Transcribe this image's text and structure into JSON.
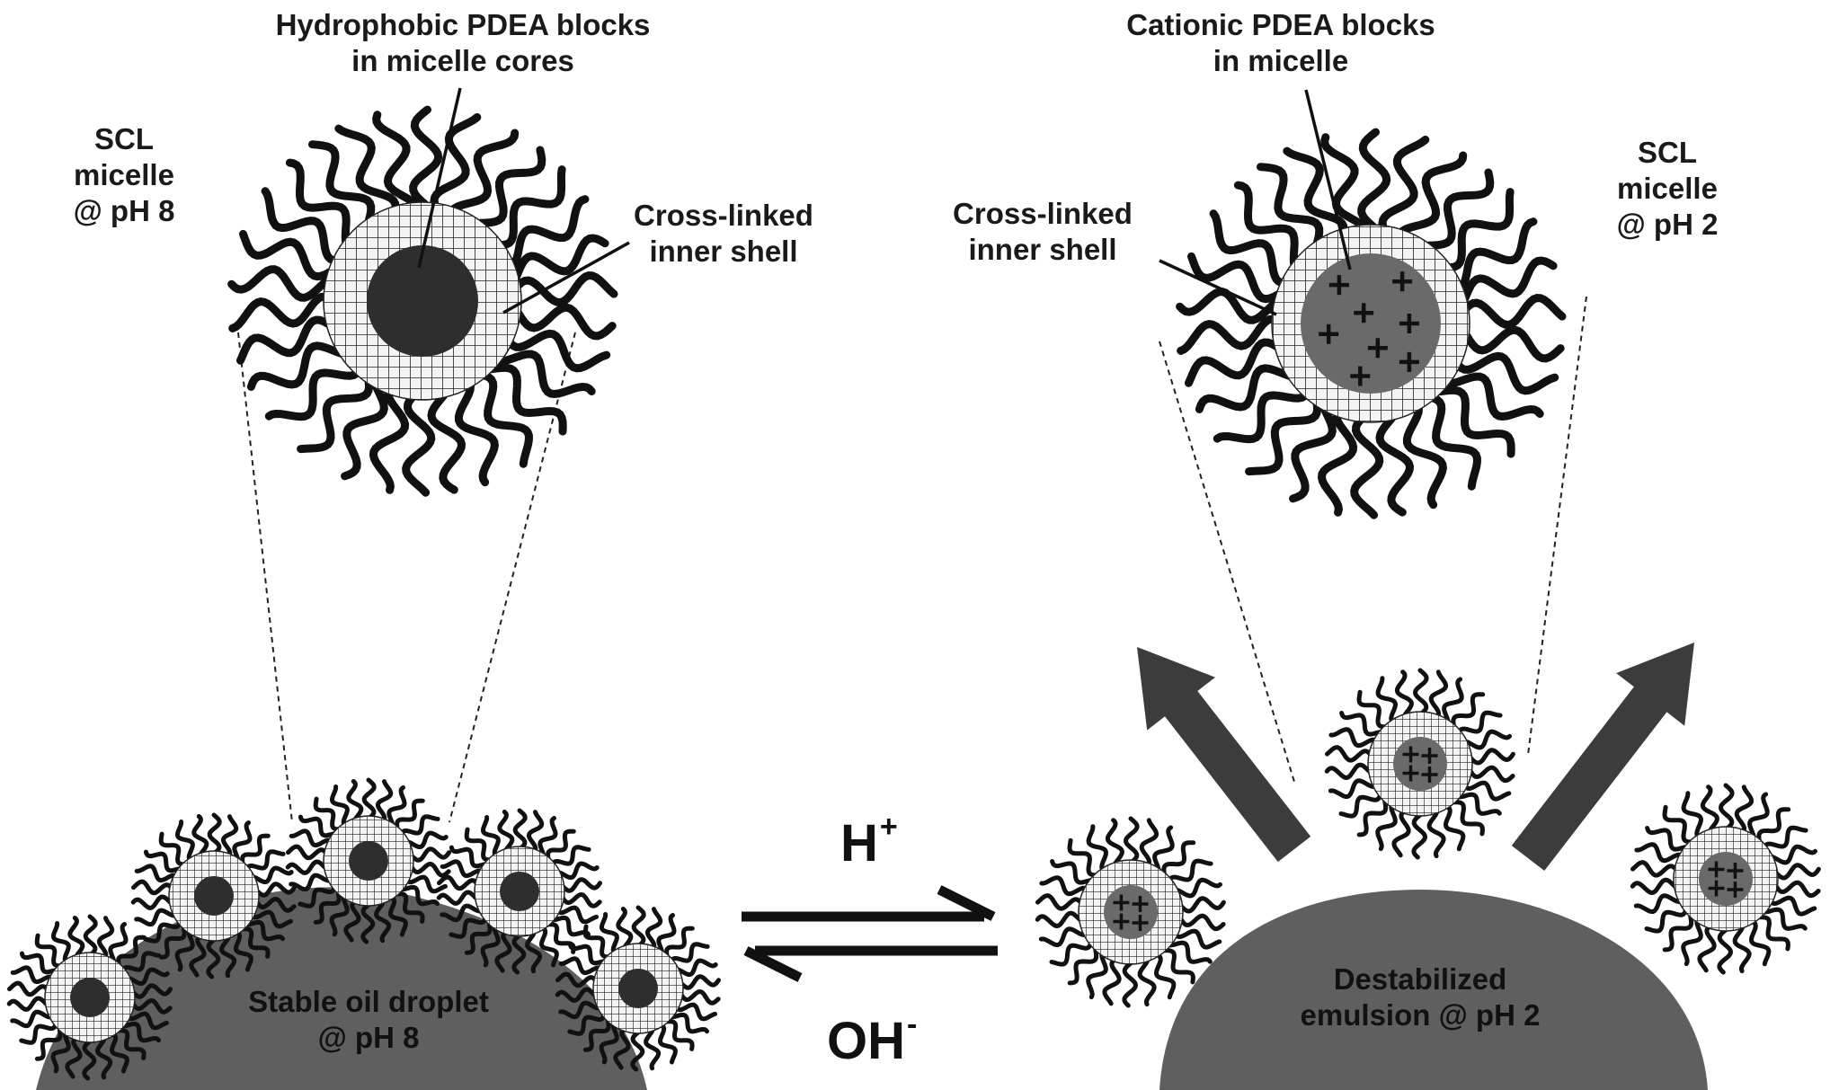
{
  "left_panel": {
    "top_label": [
      "Hydrophobic PDEA blocks",
      "in micelle cores"
    ],
    "side_label": [
      "SCL",
      "micelle",
      "@ pH 8"
    ],
    "shell_label": [
      "Cross-linked",
      "inner shell"
    ],
    "droplet_label": [
      "Stable oil droplet",
      "@ pH 8"
    ]
  },
  "right_panel": {
    "top_label": [
      "Cationic PDEA blocks",
      "in micelle"
    ],
    "side_label": [
      "SCL",
      "micelle",
      "@ pH 2"
    ],
    "shell_label": [
      "Cross-linked",
      "inner shell"
    ],
    "droplet_label": [
      "Destabilized",
      "emulsion @ pH 2"
    ]
  },
  "equilibrium": {
    "forward_reagent": "H",
    "forward_sup": "+",
    "reverse_reagent": "OH",
    "reverse_sup": "-"
  },
  "colors": {
    "ink": "#111111",
    "droplet": "#5f5f5f",
    "neutral_core": "#2e2e2e",
    "cationic_core": "#6a6a6a",
    "shell_fill": "#f4f4f4",
    "arrow": "#3c3c3c"
  }
}
